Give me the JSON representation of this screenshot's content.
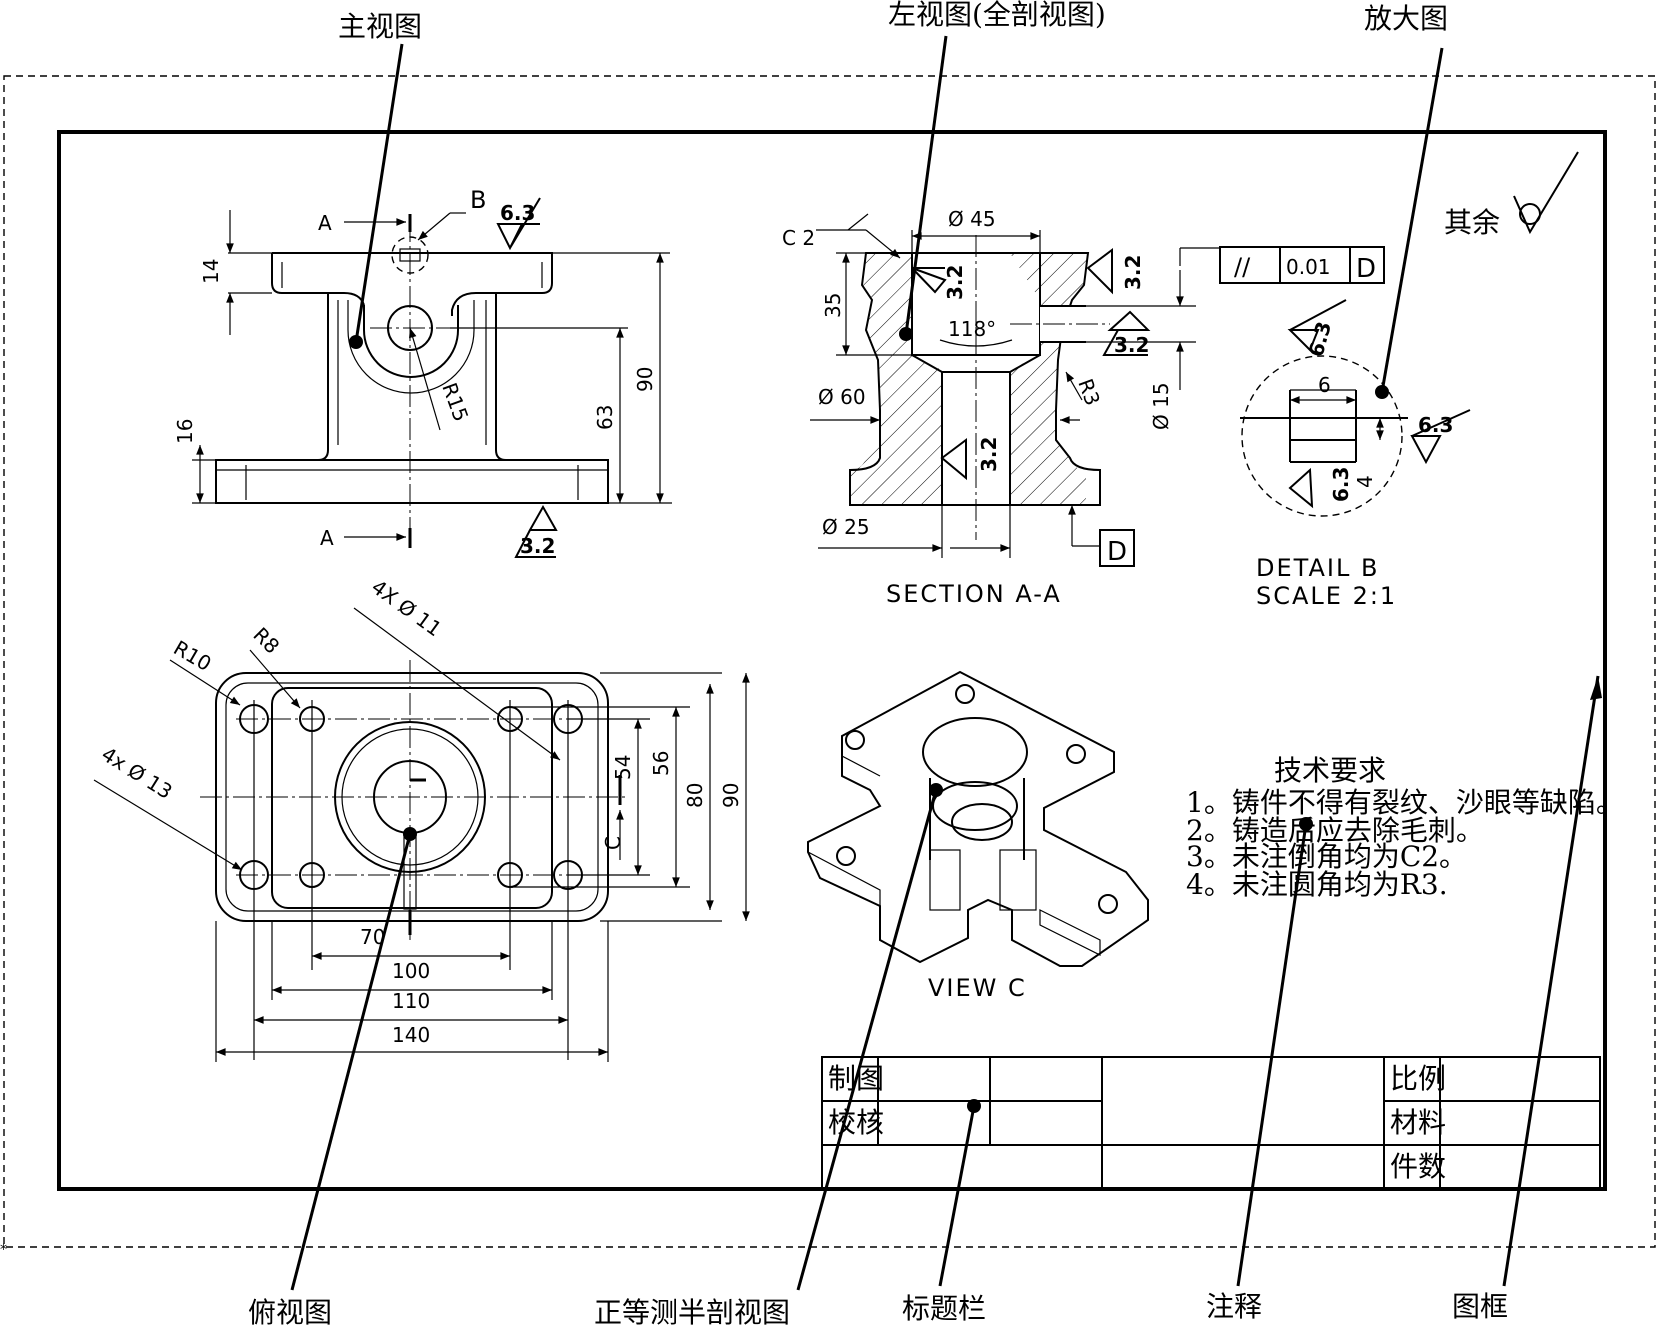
{
  "callouts": {
    "front_view": "主视图",
    "left_view": "左视图(全剖视图)",
    "detail_view": "放大图",
    "top_view": "俯视图",
    "iso_view": "正等测半剖视图",
    "title_block": "标题栏",
    "notes": "注释",
    "frame": "图框"
  },
  "front": {
    "section_mark_top": "A",
    "section_mark_bottom": "A",
    "detail_mark": "B",
    "rough_top": "6.3",
    "rough_bottom": "3.2",
    "dim_14": "14",
    "dim_16": "16",
    "dim_63": "63",
    "dim_90": "90",
    "dim_r15": "R15"
  },
  "section": {
    "title": "SECTION A-A",
    "chamfer": "C 2",
    "dia_45": "Ø 45",
    "dia_60": "Ø 60",
    "dia_25": "Ø 25",
    "dia_15": "Ø 15",
    "dim_35": "35",
    "angle": "118°",
    "r3": "R3",
    "rough_a": "3.2",
    "rough_b": "3.2",
    "rough_c": "3.2",
    "rough_d": "3.2",
    "datum": "D",
    "tol_symbol": "//",
    "tol_value": "0.01",
    "tol_datum": "D"
  },
  "detail": {
    "title": "DETAIL B",
    "scale": "SCALE 2:1",
    "dim_6": "6",
    "dim_4": "4",
    "rough_a": "6.3",
    "rough_b": "6.3",
    "rough_c": "6.3"
  },
  "general_roughness": "其余",
  "top": {
    "r10": "R10",
    "r8": "R8",
    "holes_11": "4X Ø 11",
    "holes_13": "4x Ø 13",
    "dim_54": "54",
    "dim_56": "56",
    "dim_80": "80",
    "dim_90": "90",
    "dim_70": "70",
    "dim_100": "100",
    "dim_110": "110",
    "dim_140": "140",
    "view_mark": "C"
  },
  "iso": {
    "title": "VIEW C"
  },
  "notes": {
    "title": "技术要求",
    "items": [
      "1。铸件不得有裂纹、沙眼等缺陷。",
      "2。铸造后应去除毛刺。",
      "3。未注倒角均为C2。",
      "4。未注圆角均为R3."
    ]
  },
  "title_block": {
    "drawn": "制图",
    "checked": "校核",
    "scale": "比例",
    "material": "材料",
    "quantity": "件数"
  }
}
